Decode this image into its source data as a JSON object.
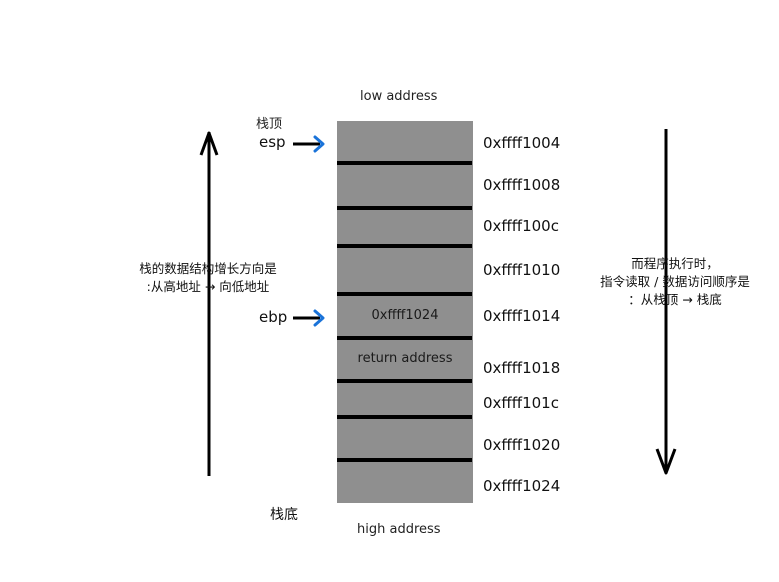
{
  "labels": {
    "low_address": "low address",
    "high_address": "high address",
    "stack_top": "栈顶",
    "stack_bottom": "栈底"
  },
  "registers": {
    "esp": "esp",
    "ebp": "ebp"
  },
  "cells": [
    {
      "content": "",
      "address": "0xffff1004"
    },
    {
      "content": "",
      "address": "0xffff1008"
    },
    {
      "content": "",
      "address": "0xffff100c"
    },
    {
      "content": "",
      "address": "0xffff1010"
    },
    {
      "content": "0xffff1024",
      "address": "0xffff1014"
    },
    {
      "content": "return address",
      "address": "0xffff1018"
    },
    {
      "content": "",
      "address": "0xffff101c"
    },
    {
      "content": "",
      "address": "0xffff1020"
    },
    {
      "content": "",
      "address": "0xffff1024"
    }
  ],
  "notes": {
    "growth_line1": "栈的数据结构增长方向是",
    "growth_line2": ":从高地址 → 向低地址",
    "access_line1": "而程序执行时，",
    "access_line2": "指令读取 / 数据访问顺序是",
    "access_line3": "：从栈顶 → 栈底"
  },
  "colors": {
    "stack_fill": "#8f8f8f",
    "pointer_arrow_head": "#1a73d9",
    "separator": "#000000"
  }
}
